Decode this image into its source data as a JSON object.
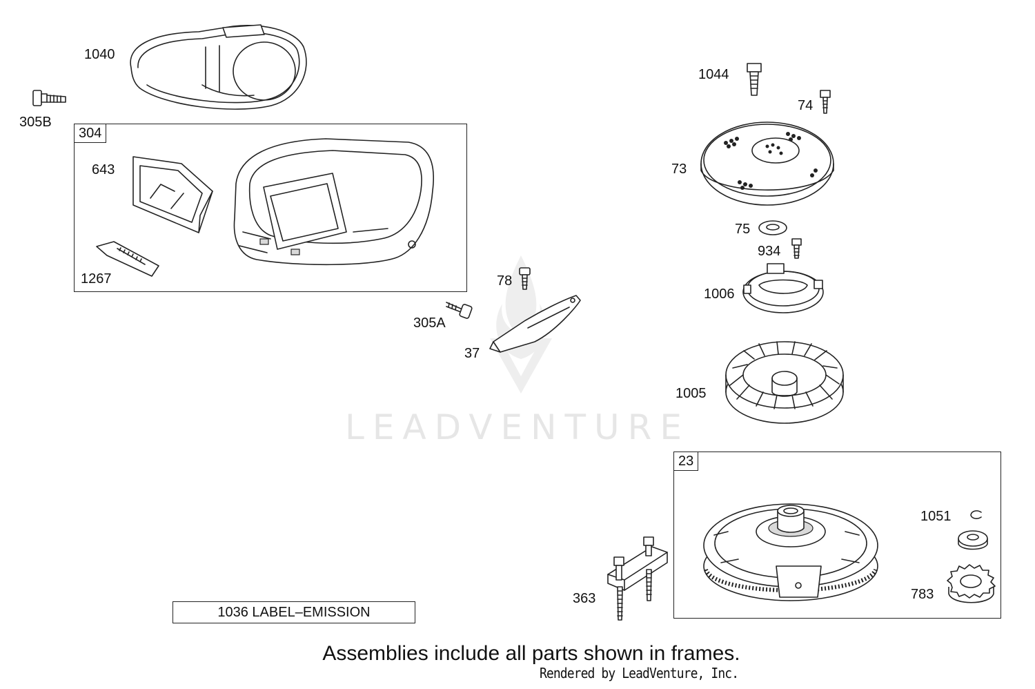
{
  "callouts": {
    "c1040": "1040",
    "c305b": "305B",
    "c304": "304",
    "c643": "643",
    "c1267": "1267",
    "c1044": "1044",
    "c74": "74",
    "c73": "73",
    "c75": "75",
    "c934": "934",
    "c1006": "1006",
    "c78": "78",
    "c305a": "305A",
    "c37": "37",
    "c1005": "1005",
    "c23": "23",
    "c1051": "1051",
    "c783": "783",
    "c363": "363"
  },
  "emission_label": "1036 LABEL–EMISSION",
  "footer": {
    "note": "Assemblies include all parts shown in frames.",
    "rendered_by": "Rendered by LeadVenture, Inc."
  },
  "watermark": "LEADVENTURE"
}
